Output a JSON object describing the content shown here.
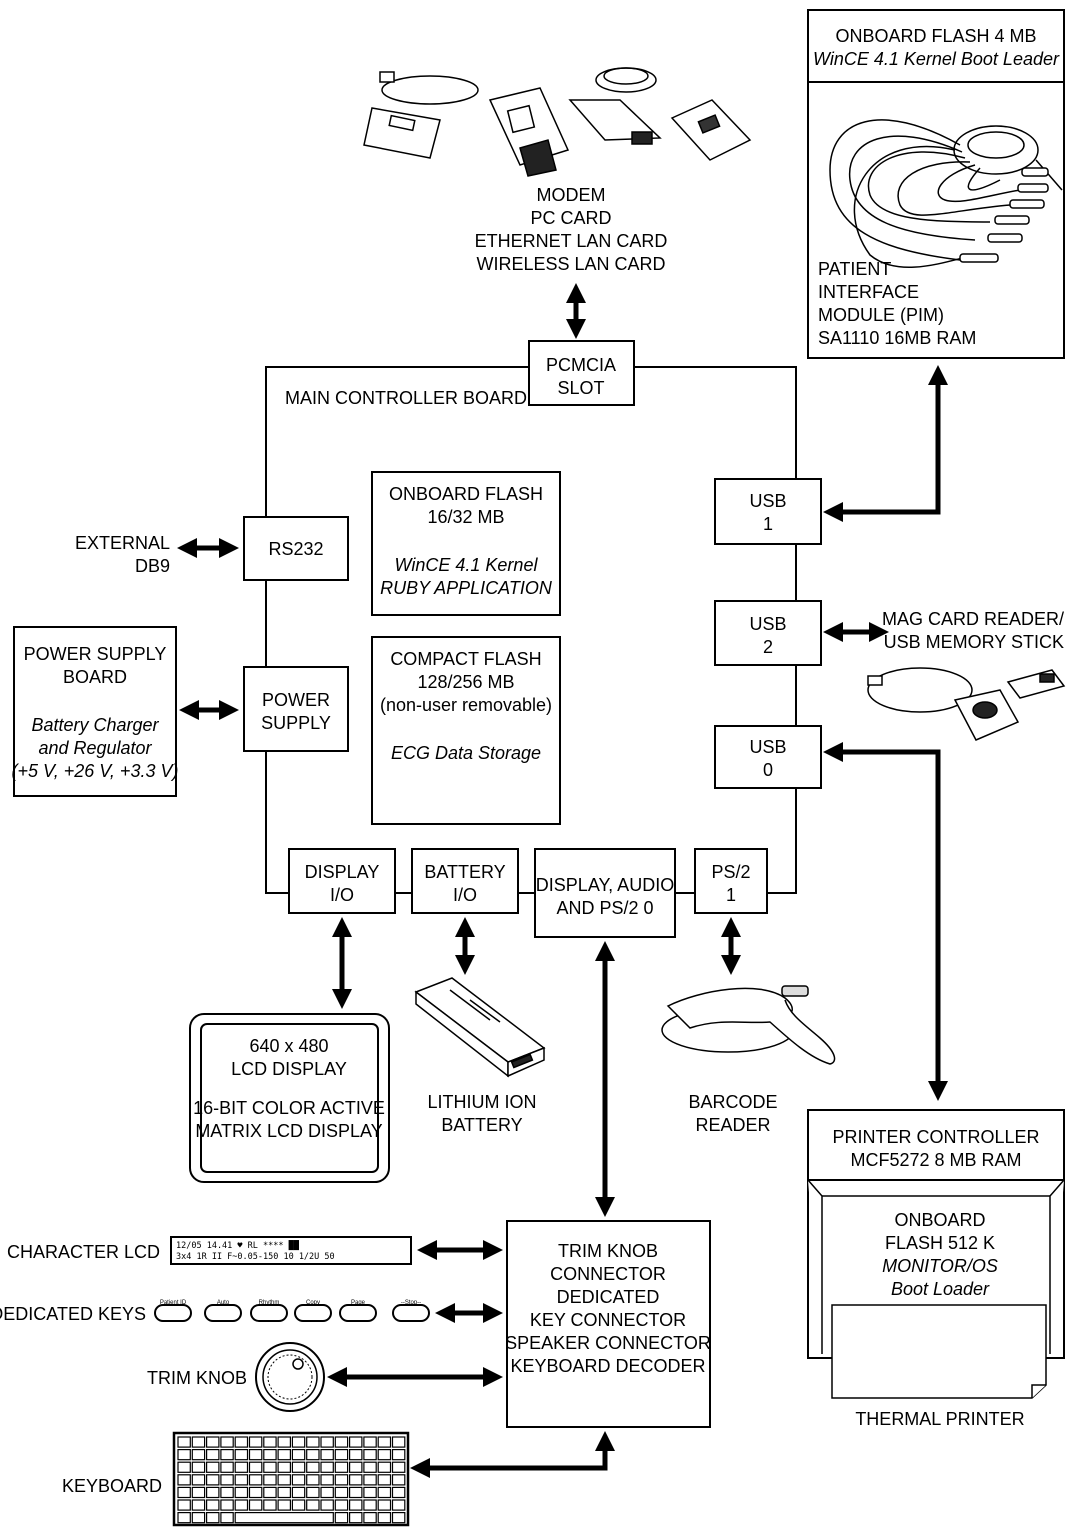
{
  "pcmcia_cards_label": [
    "MODEM",
    "PC CARD",
    "ETHERNET LAN CARD",
    "WIRELESS LAN CARD"
  ],
  "pcmcia_slot": [
    "PCMCIA",
    "SLOT"
  ],
  "main_board_label": "MAIN CONTROLLER BOARD",
  "pim_box": {
    "header": [
      "ONBOARD FLASH 4 MB",
      "WinCE 4.1 Kernel Boot Leader"
    ],
    "label": [
      "PATIENT",
      "INTERFACE",
      "MODULE (PIM)",
      "SA1110 16MB RAM"
    ]
  },
  "onboard_flash": [
    "ONBOARD FLASH",
    "16/32 MB",
    "WinCE 4.1 Kernel",
    "RUBY APPLICATION"
  ],
  "compact_flash": [
    "COMPACT FLASH",
    "128/256 MB",
    "(non-user removable)",
    "ECG Data Storage"
  ],
  "external_db9": [
    "EXTERNAL",
    "DB9"
  ],
  "rs232": "RS232",
  "power_supply_board": [
    "POWER SUPPLY",
    "BOARD",
    "Battery Charger",
    "and Regulator",
    "(+5 V, +26 V, +3.3 V)"
  ],
  "power_supply": [
    "POWER",
    "SUPPLY"
  ],
  "usb1": [
    "USB",
    "1"
  ],
  "usb2": [
    "USB",
    "2"
  ],
  "usb0": [
    "USB",
    "0"
  ],
  "mag_card": [
    "MAG CARD READER/",
    "USB MEMORY STICK"
  ],
  "display_io": [
    "DISPLAY",
    "I/O"
  ],
  "battery_io": [
    "BATTERY",
    "I/O"
  ],
  "display_audio": [
    "DISPLAY, AUDIO",
    "AND PS/2 0"
  ],
  "ps2_1": [
    "PS/2",
    "1"
  ],
  "lcd_display": [
    "640 x 480",
    "LCD DISPLAY",
    "16-BIT COLOR ACTIVE",
    "MATRIX LCD DISPLAY"
  ],
  "lithium_battery": [
    "LITHIUM ION",
    "BATTERY"
  ],
  "barcode_reader": [
    "BARCODE",
    "READER"
  ],
  "printer_controller": [
    "PRINTER CONTROLLER",
    "MCF5272 8 MB RAM"
  ],
  "printer_flash": [
    "ONBOARD",
    "FLASH 512 K",
    "MONITOR/OS",
    "Boot Loader"
  ],
  "thermal_printer": "THERMAL PRINTER",
  "trim_box": [
    "TRIM KNOB",
    "CONNECTOR",
    "DEDICATED",
    "KEY CONNECTOR",
    "SPEAKER CONNECTOR",
    "KEYBOARD DECODER"
  ],
  "character_lcd": {
    "label": "CHARACTER LCD",
    "line1": "12/05  14.41  ♥  RL          ****    ██",
    "line2": "3x4 1R II      F~0.05-150   10 1/2U 50"
  },
  "dedicated_keys": {
    "label": "DEDICATED KEYS",
    "keys": [
      "Patient ID",
      "Auto",
      "Rhythm",
      "Copy",
      "Page",
      "--Stop--"
    ]
  },
  "trim_knob_label": "TRIM KNOB",
  "keyboard_label": "KEYBOARD"
}
